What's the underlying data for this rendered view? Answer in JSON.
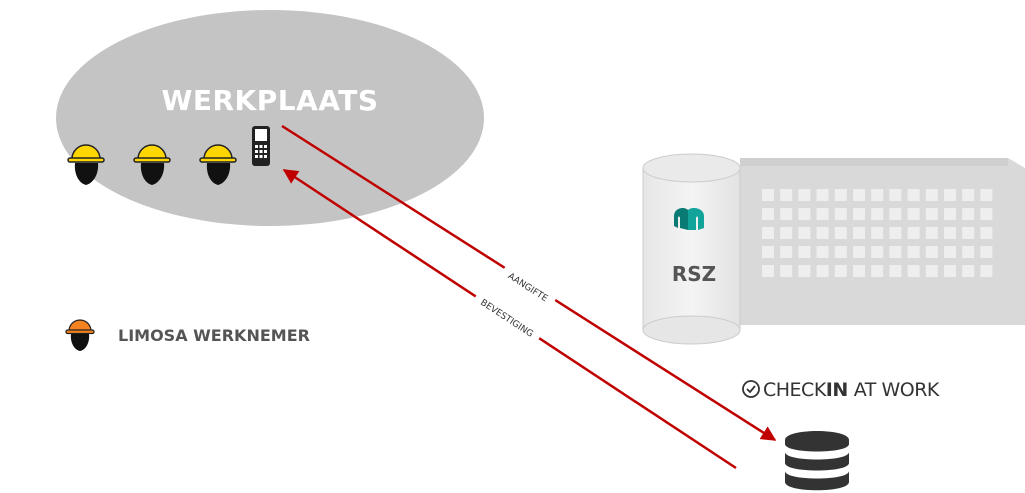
{
  "workplace": {
    "title": "WERKPLAATS"
  },
  "arrows": {
    "declaration": "AANGIFTE",
    "confirmation": "BEVESTIGING"
  },
  "agency": {
    "label": "RSZ"
  },
  "legend": {
    "label": "LIMOSA WERKNEMER"
  },
  "brand": {
    "part1": "CHECK",
    "part2": "IN",
    "part3": "AT WORK",
    "icon": "check-circle-icon"
  },
  "colors": {
    "arrow": "#c00000",
    "helmet_regular": "#ffd700",
    "helmet_limosa": "#f58220",
    "ellipse": "#bfbfbf"
  }
}
